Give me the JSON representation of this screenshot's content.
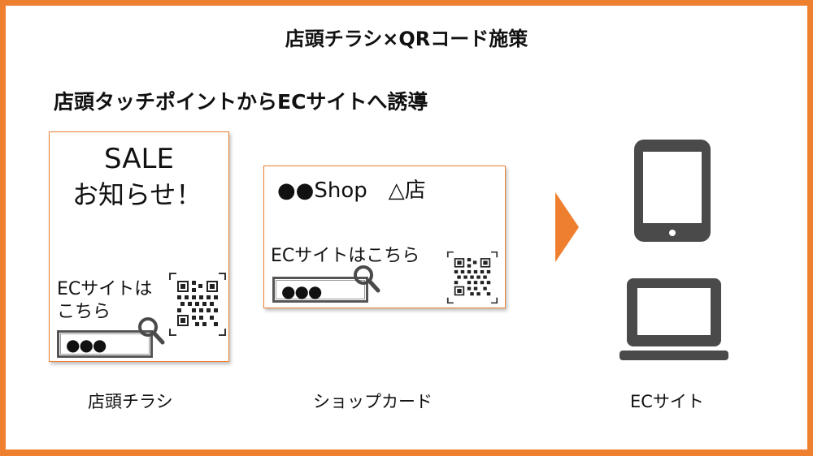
{
  "title": "店頭チラシ×QRコード施策",
  "subtitle": "店頭タッチポイントからECサイトへ誘導",
  "colors": {
    "accent": "#ee7f2f",
    "icon": "#4a4a4a",
    "text": "#111111"
  },
  "flyer": {
    "heading": "SALE",
    "notice": "お知らせ！",
    "ec_text": "ECサイトは こちら",
    "search_value": "●●●",
    "icons": [
      "magnifier-icon",
      "qr-code-icon"
    ],
    "caption": "店頭チラシ"
  },
  "shop_card": {
    "shop_name": "●●Shop　△店",
    "ec_text": "ECサイトはこちら",
    "search_value": "●●●",
    "icons": [
      "magnifier-icon",
      "qr-code-icon"
    ],
    "caption": "ショップカード"
  },
  "arrow": {
    "icon": "play-arrow-icon"
  },
  "ec_site": {
    "icons": [
      "tablet-icon",
      "laptop-icon"
    ],
    "caption": "ECサイト"
  }
}
